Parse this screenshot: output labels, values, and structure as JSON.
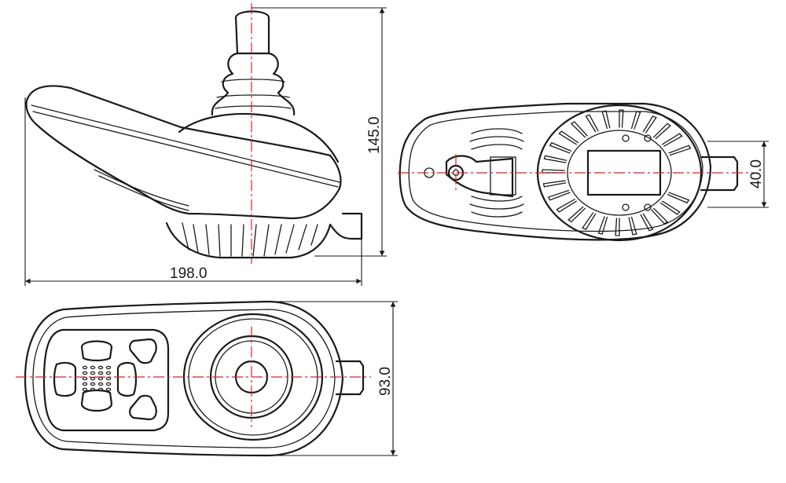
{
  "dimensions": {
    "length": "198.0",
    "height": "145.0",
    "width": "93.0",
    "connector": "40.0"
  },
  "views": [
    "side-view",
    "bottom-view",
    "top-view"
  ],
  "colors": {
    "outline": "#1a1a1a",
    "centerline": "#d22222",
    "background": "#ffffff"
  }
}
